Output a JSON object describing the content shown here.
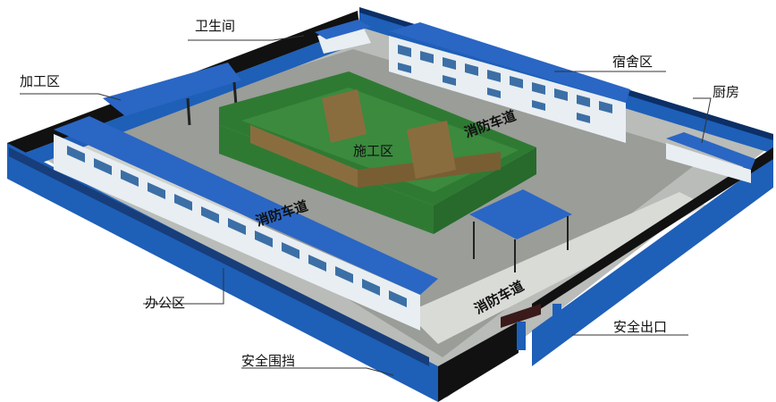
{
  "labels": {
    "toilet": "卫生间",
    "processing_area": "加工区",
    "dormitory_area": "宿舍区",
    "kitchen": "厨房",
    "construction_area": "施工区",
    "office_area": "办公区",
    "safety_fence": "安全围挡",
    "safety_exit": "安全出口"
  },
  "roads": {
    "fire_lane_top": "消防车道",
    "fire_lane_left": "消防车道",
    "fire_lane_bottom": "消防车道"
  },
  "colors": {
    "fence_blue": "#1e5fb8",
    "roof_blue": "#2a66c4",
    "ground": "#9a9d98",
    "lane": "#d9dbd6",
    "green_wall": "#2f7a33",
    "brown_wall": "#8a6d3e",
    "office_wall": "#e8eef2",
    "window": "#3c6fa6"
  }
}
